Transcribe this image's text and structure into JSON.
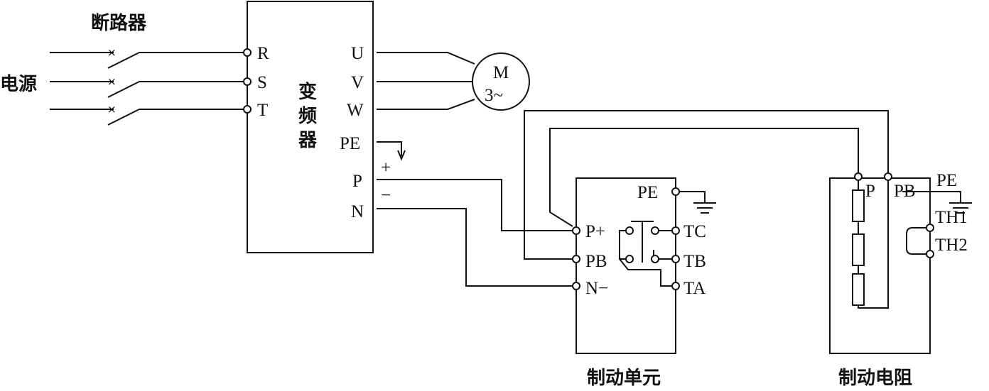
{
  "labels": {
    "breaker": "断路器",
    "power_source": "电源",
    "vfd_title": [
      "变",
      "频",
      "器"
    ],
    "braking_unit": "制动单元",
    "braking_resistor": "制动电阻",
    "motor": "M",
    "motor_phase": "3~",
    "dc_plus": "+",
    "dc_minus": "−",
    "break_mark": "×"
  },
  "vfd_inputs": [
    "R",
    "S",
    "T"
  ],
  "vfd_outputs": [
    "U",
    "V",
    "W",
    "PE",
    "P",
    "N"
  ],
  "braking_unit_left": [
    "P+",
    "PB",
    "N−"
  ],
  "braking_unit_right": [
    "PE",
    "TC",
    "TB",
    "TA"
  ],
  "braking_resistor_terminals": [
    "P",
    "PB",
    "PE",
    "TH1",
    "TH2"
  ]
}
